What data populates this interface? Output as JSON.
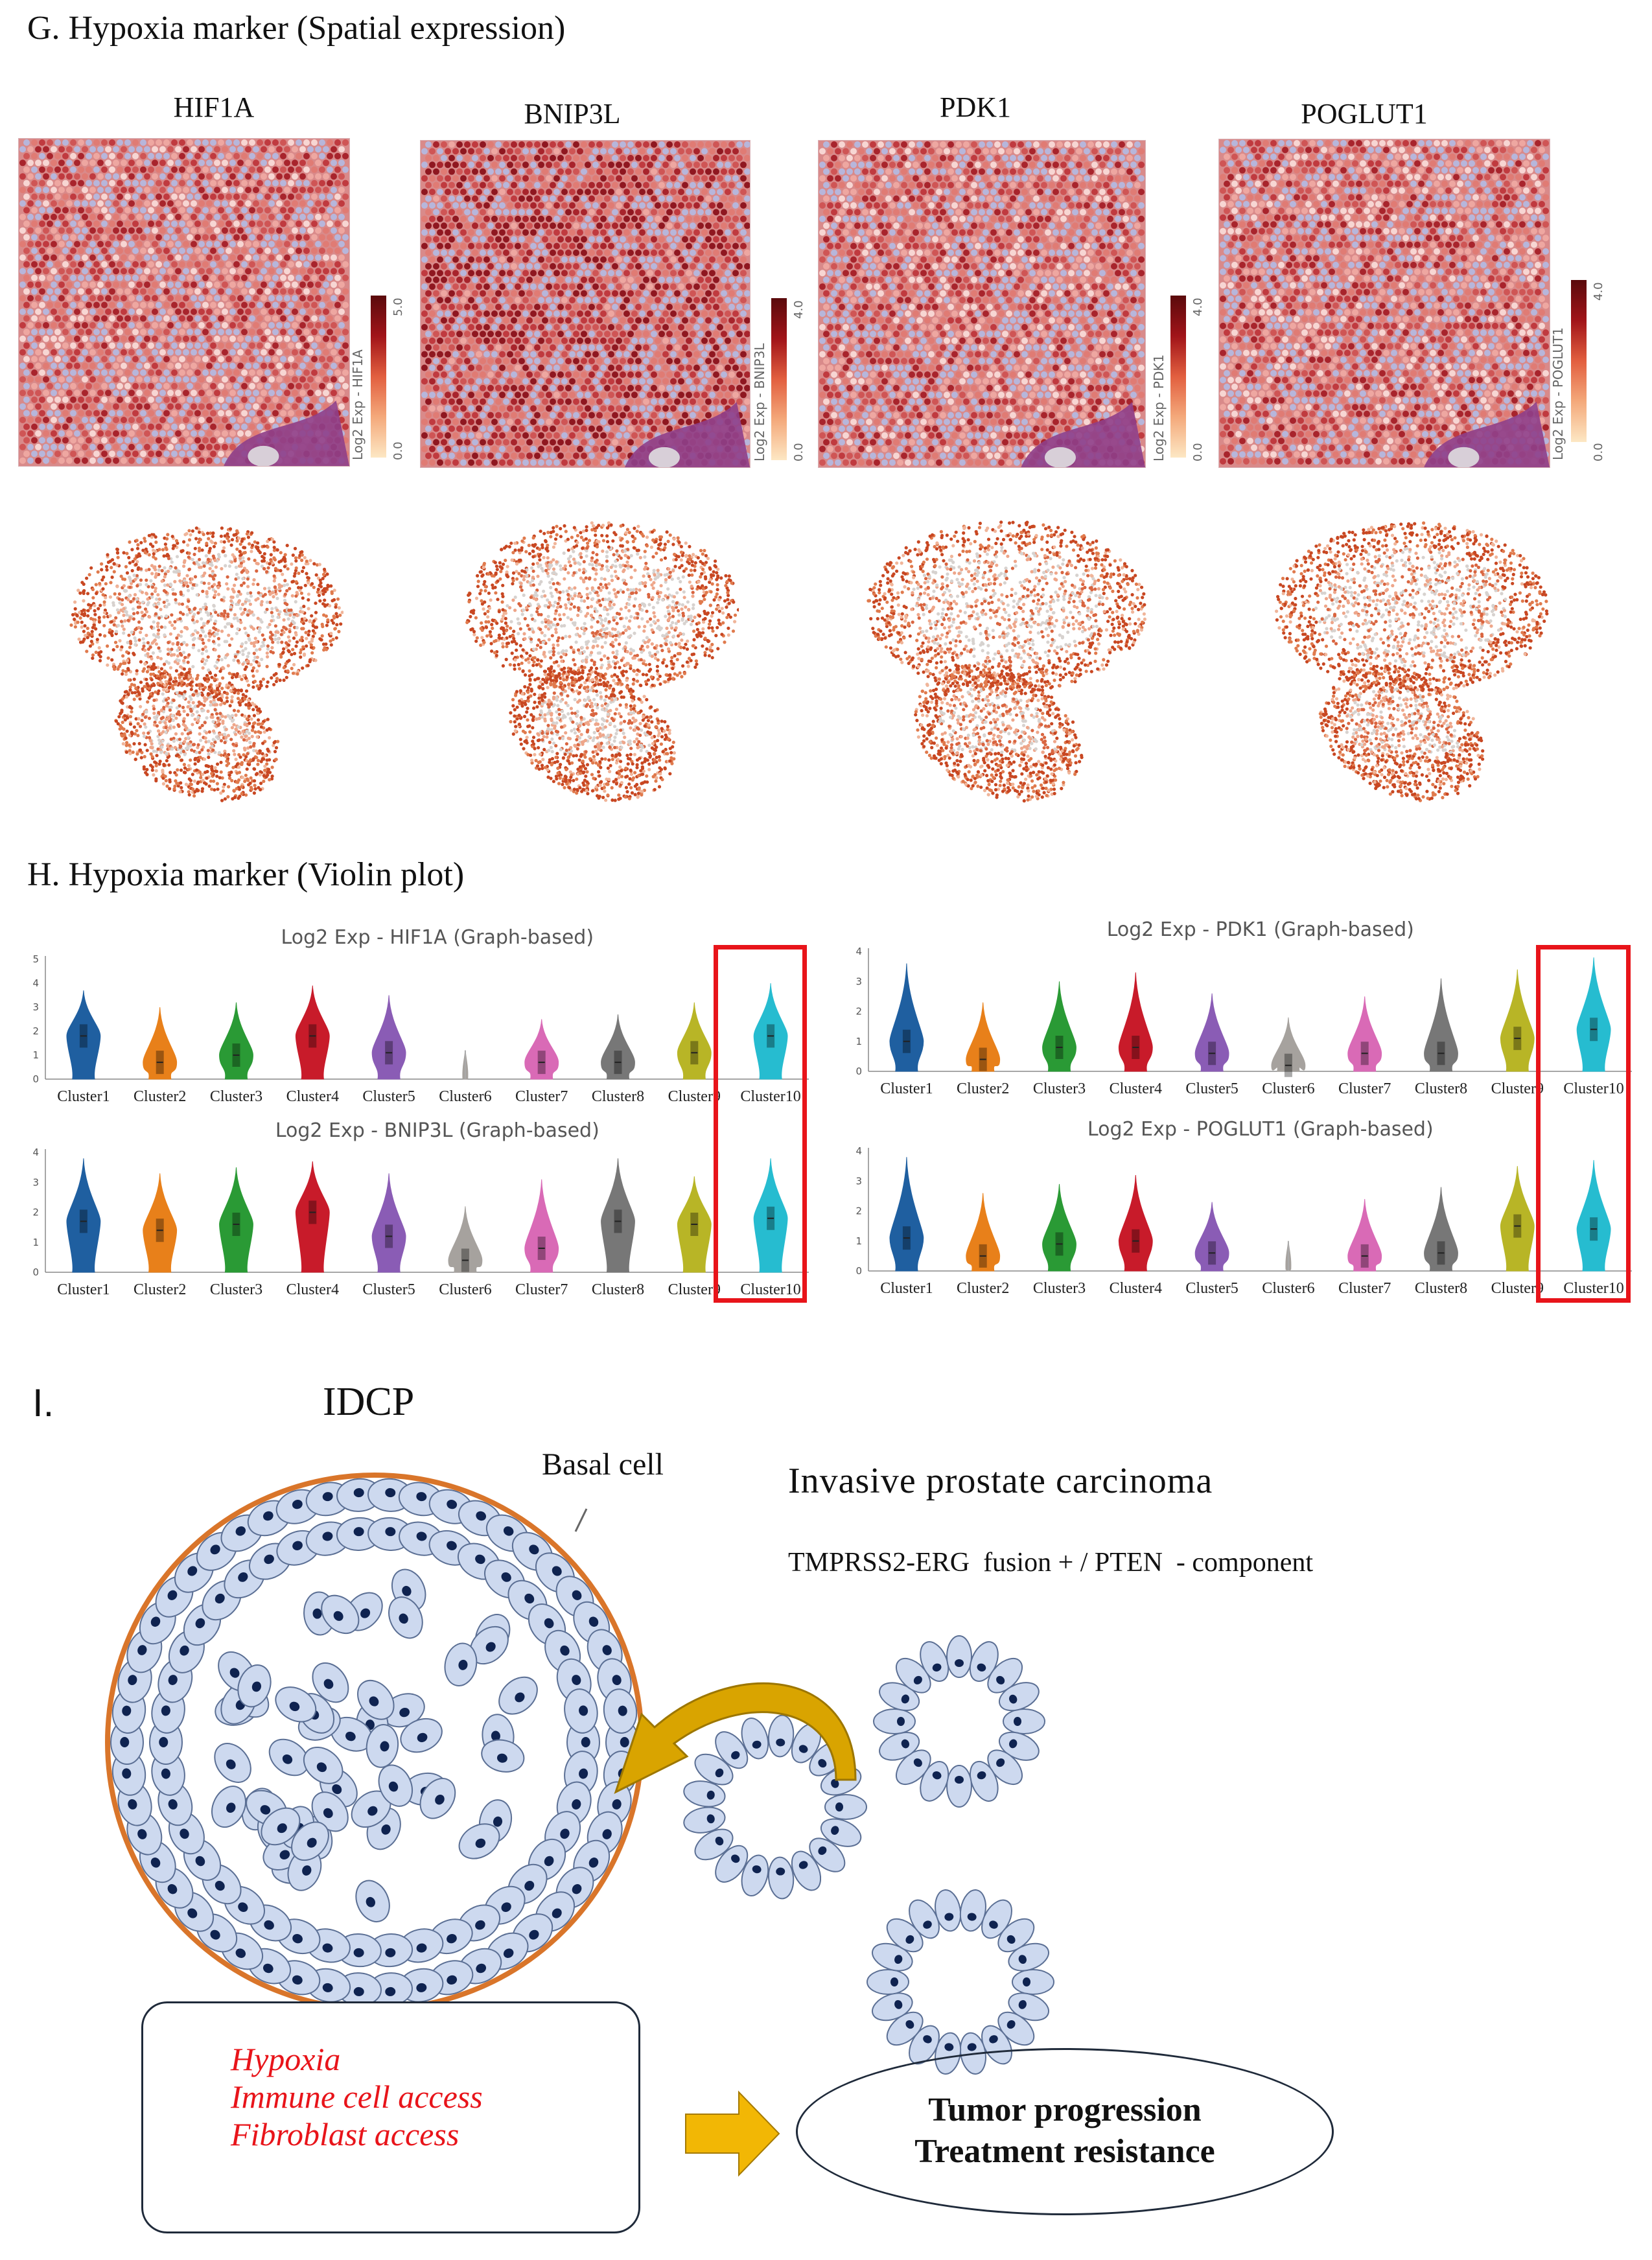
{
  "panel_g": {
    "label": "G.",
    "title": "Hypoxia marker (Spatial expression)",
    "genes": [
      {
        "name": "HIF1A",
        "colorbar_label": "Log2 Exp - HIF1A",
        "max": "5.0",
        "min": "0.0"
      },
      {
        "name": "BNIP3L",
        "colorbar_label": "Log2 Exp - BNIP3L",
        "max": "4.0",
        "min": "0.0"
      },
      {
        "name": "PDK1",
        "colorbar_label": "Log2 Exp - PDK1",
        "max": "4.0",
        "min": "0.0"
      },
      {
        "name": "POGLUT1",
        "colorbar_label": "Log2 Exp - POGLUT1",
        "max": "4.0",
        "min": "0.0"
      }
    ]
  },
  "panel_h": {
    "label": "H.",
    "title": "Hypoxia marker (Violin plot)"
  },
  "chart_data": [
    {
      "type": "violin",
      "title": "Log2 Exp - HIF1A (Graph-based)",
      "categories": [
        "Cluster1",
        "Cluster2",
        "Cluster3",
        "Cluster4",
        "Cluster5",
        "Cluster6",
        "Cluster7",
        "Cluster8",
        "Cluster9",
        "Cluster10"
      ],
      "ylim": [
        0,
        5
      ],
      "yticks": [
        "0",
        "1",
        "2",
        "3",
        "4",
        "5"
      ],
      "medians": [
        1.8,
        0.7,
        1.0,
        1.8,
        1.1,
        0.2,
        0.7,
        0.7,
        1.1,
        1.8
      ],
      "max": [
        3.7,
        3.0,
        3.2,
        3.9,
        3.5,
        1.2,
        2.5,
        2.7,
        3.2,
        4.0
      ],
      "highlight": "Cluster10"
    },
    {
      "type": "violin",
      "title": "Log2 Exp - BNIP3L (Graph-based)",
      "categories": [
        "Cluster1",
        "Cluster2",
        "Cluster3",
        "Cluster4",
        "Cluster5",
        "Cluster6",
        "Cluster7",
        "Cluster8",
        "Cluster9",
        "Cluster10"
      ],
      "ylim": [
        0,
        4
      ],
      "yticks": [
        "0",
        "1",
        "2",
        "3",
        "4"
      ],
      "medians": [
        1.7,
        1.4,
        1.6,
        2.0,
        1.2,
        0.4,
        0.8,
        1.7,
        1.6,
        1.8
      ],
      "max": [
        3.8,
        3.3,
        3.5,
        3.7,
        3.3,
        2.2,
        3.1,
        3.8,
        3.2,
        3.8
      ],
      "highlight": "Cluster10"
    },
    {
      "type": "violin",
      "title": "Log2 Exp - PDK1 (Graph-based)",
      "categories": [
        "Cluster1",
        "Cluster2",
        "Cluster3",
        "Cluster4",
        "Cluster5",
        "Cluster6",
        "Cluster7",
        "Cluster8",
        "Cluster9",
        "Cluster10"
      ],
      "ylim": [
        0,
        4
      ],
      "yticks": [
        "0",
        "1",
        "2",
        "3",
        "4"
      ],
      "medians": [
        1.0,
        0.4,
        0.8,
        0.8,
        0.6,
        0.2,
        0.6,
        0.6,
        1.1,
        1.4
      ],
      "max": [
        3.6,
        2.3,
        3.0,
        3.3,
        2.6,
        1.8,
        2.5,
        3.1,
        3.4,
        3.8
      ],
      "highlight": "Cluster10"
    },
    {
      "type": "violin",
      "title": "Log2 Exp - POGLUT1 (Graph-based)",
      "categories": [
        "Cluster1",
        "Cluster2",
        "Cluster3",
        "Cluster4",
        "Cluster5",
        "Cluster6",
        "Cluster7",
        "Cluster8",
        "Cluster9",
        "Cluster10"
      ],
      "ylim": [
        0,
        4
      ],
      "yticks": [
        "0",
        "1",
        "2",
        "3",
        "4"
      ],
      "medians": [
        1.1,
        0.5,
        0.9,
        1.0,
        0.6,
        0.2,
        0.5,
        0.6,
        1.5,
        1.4
      ],
      "max": [
        3.8,
        2.6,
        2.9,
        3.2,
        2.3,
        1.0,
        2.4,
        2.8,
        3.5,
        3.7
      ],
      "highlight": "Cluster10"
    }
  ],
  "violin_colors": [
    "#1f5fa0",
    "#e8801a",
    "#2a9a35",
    "#c81b2a",
    "#8a5cb5",
    "#a6a29e",
    "#d96ab6",
    "#777777",
    "#b8b526",
    "#26bcd0"
  ],
  "panel_i": {
    "label": "I.",
    "idcp": "IDCP",
    "basal_cell": "Basal cell",
    "invasive_title": "Invasive prostate carcinoma",
    "invasive_sub": "TMPRSS2-ERG  fusion + / PTEN  - component",
    "factors": [
      "Hypoxia",
      "Immune cell access",
      "Fibroblast access"
    ],
    "outcome_1": "Tumor progression",
    "outcome_2": "Treatment resistance",
    "colors": {
      "factor_text": "#e8141a",
      "up_arrow": "#e01e1e",
      "down_arrow": "#1f6fc4",
      "block_arrow": "#f2b705",
      "curved_arrow": "#d9a400",
      "ring": "#d9752a",
      "cell_fill": "#cdd9ef",
      "nucleus": "#0f2350"
    }
  }
}
